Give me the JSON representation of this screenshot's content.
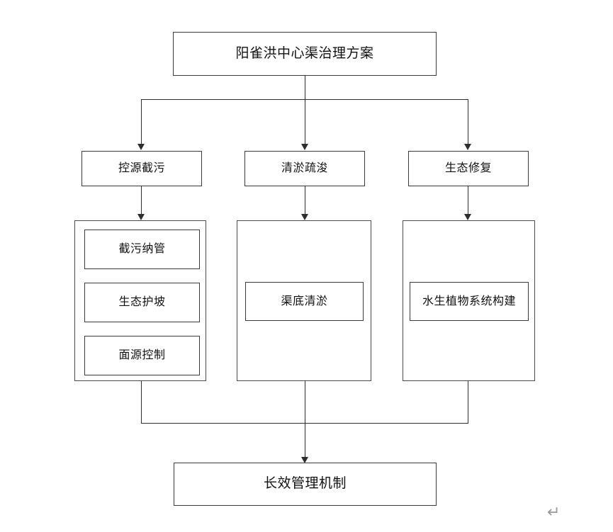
{
  "diagram": {
    "title_node": {
      "label": "阳雀洪中心渠治理方案"
    },
    "branches": [
      {
        "label": "控源截污",
        "children": [
          {
            "label": "截污纳管"
          },
          {
            "label": "生态护坡"
          },
          {
            "label": "面源控制"
          }
        ]
      },
      {
        "label": "清淤疏浚",
        "children": [
          {
            "label": "渠底清淤"
          }
        ]
      },
      {
        "label": "生态修复",
        "children": [
          {
            "label": "水生植物系统构建"
          }
        ]
      }
    ],
    "footer_node": {
      "label": "长效管理机制"
    },
    "marks": {
      "paragraph_return": "↵"
    },
    "colors": {
      "background": "#ffffff",
      "box_border": "#3a3a3a",
      "connector": "#2e2e2e",
      "text": "#111111",
      "mark": "#9a9a9a"
    }
  }
}
